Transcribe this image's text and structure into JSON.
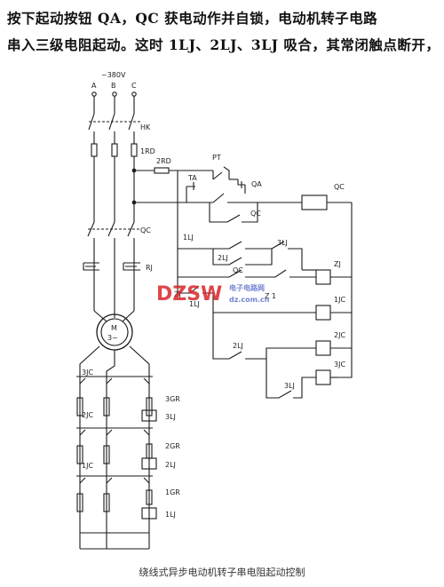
{
  "paragraph": {
    "line1": "按下起动按钮 QA，QC 获电动作并自锁，电动机转子电路",
    "line2": "串入三级电阻起动。这时 1LJ、2LJ、3LJ 吸合，其常闭触点断开，"
  },
  "labels": {
    "supply": "~380V",
    "phase_a": "A",
    "phase_b": "B",
    "phase_c": "C",
    "hk": "HK",
    "rd1": "1RD",
    "rd2": "2RD",
    "qc_main": "QC",
    "rj": "RJ",
    "pt": "PT",
    "ta": "TA",
    "qa": "QA",
    "qc_coil": "QC",
    "qc_hold": "QC",
    "lj1": "1LJ",
    "lj2": "2LJ",
    "lj3": "3LJ",
    "qc_aux": "QC",
    "zj_contact": "ZJ",
    "lj1_b": "1LJ",
    "zj_coil": "ZJ",
    "z1": "Z 1",
    "c1_coil": "1JC",
    "lj2_b": "2LJ",
    "c2_coil": "2JC",
    "lj3_b": "3LJ",
    "c3_coil": "3JC",
    "motor": "M",
    "motor_sym": "3~",
    "c3_contact": "3JC",
    "c2_contact": "2JC",
    "c1_contact": "1JC",
    "r3": "3GR",
    "lj3_coil": "3LJ",
    "r2": "2GR",
    "lj2_coil": "2LJ",
    "r1": "1GR",
    "lj1_coil": "1LJ"
  },
  "watermark": {
    "brand": "DZSW",
    "site": "电子电路网",
    "url": "dz.com.cn"
  },
  "caption": "绕线式异步电动机转子串电阻起动控制",
  "colors": {
    "line": "#1a1a1a",
    "watermark_red": "#d9262b",
    "watermark_blue": "#5a6fc7"
  }
}
